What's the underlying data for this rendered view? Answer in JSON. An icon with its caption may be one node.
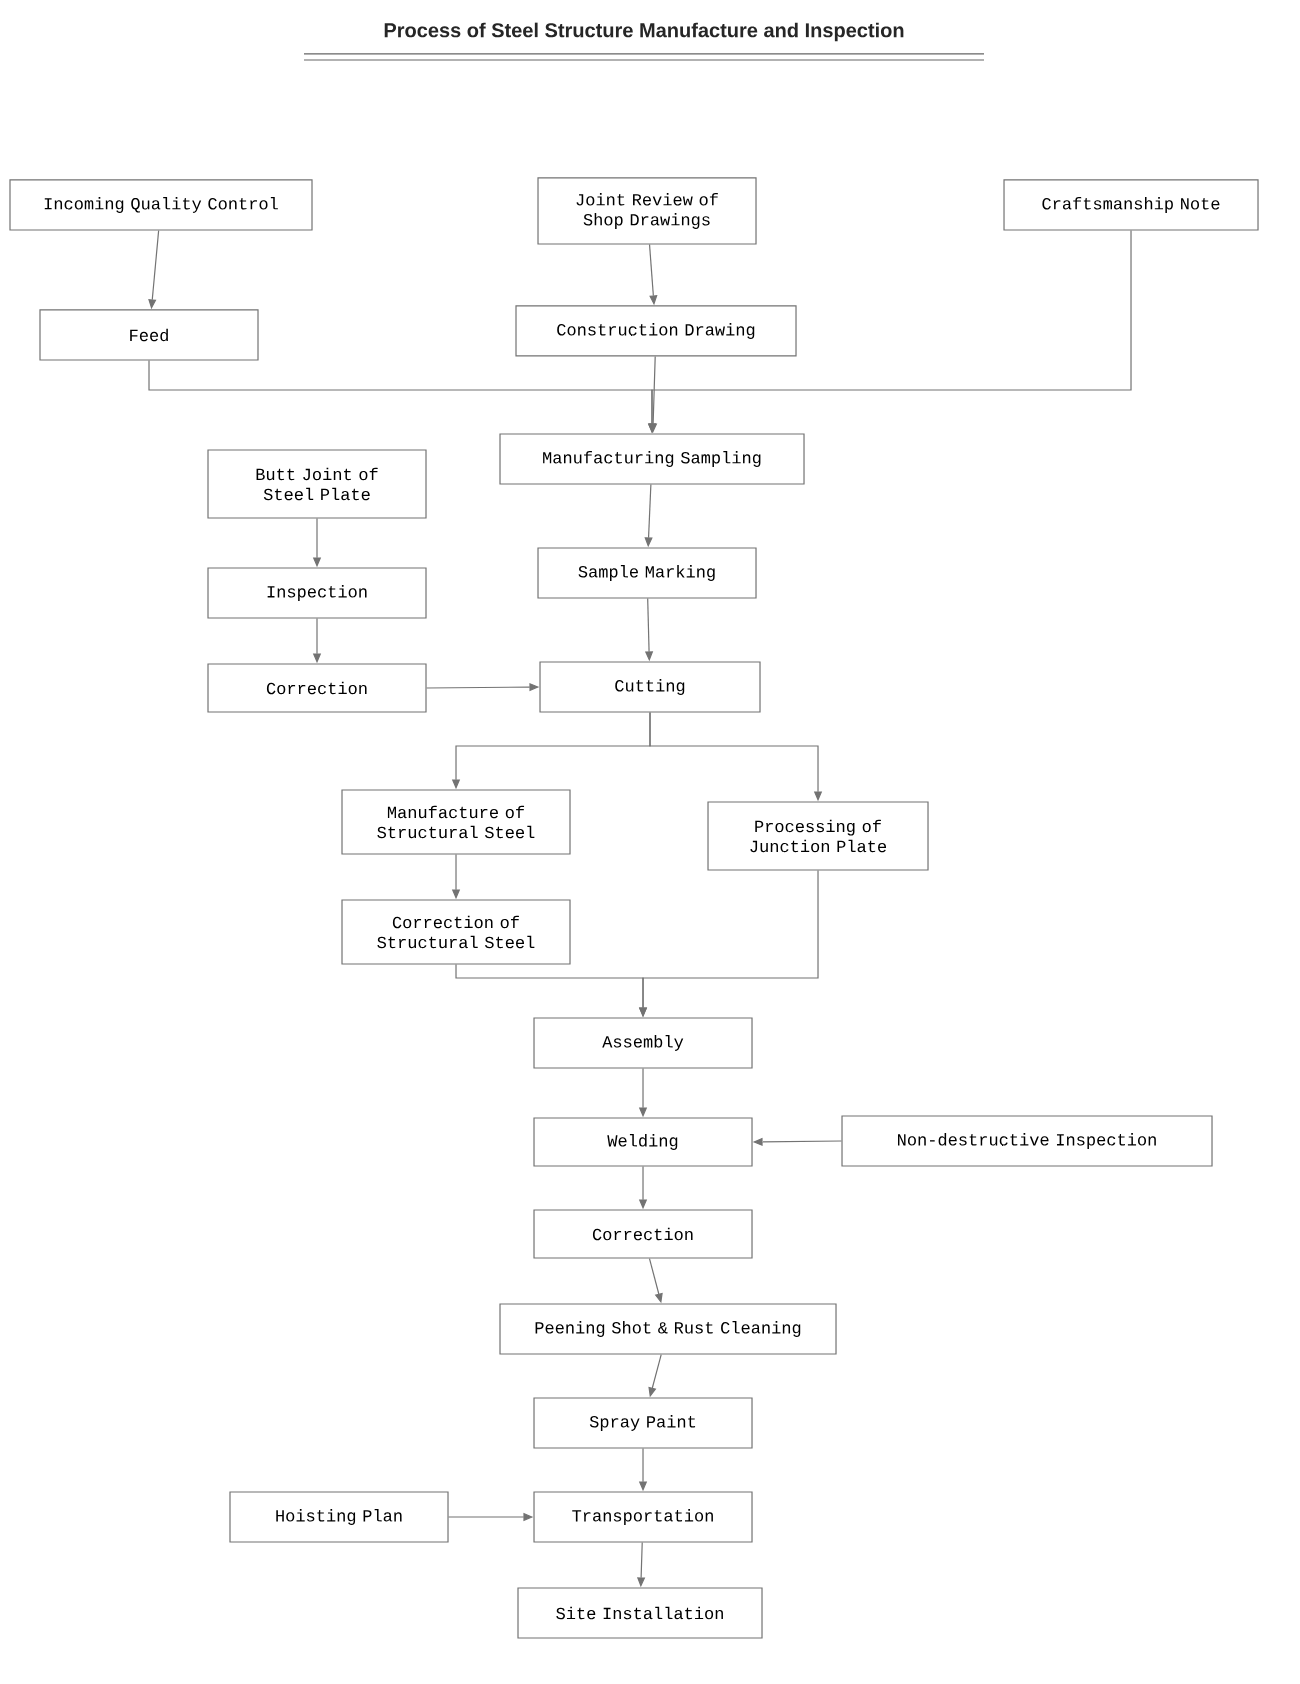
{
  "diagram": {
    "title": "Process of Steel Structure Manufacture and Inspection",
    "nodes": [
      {
        "text": [
          "Incoming Quality Control"
        ]
      },
      {
        "text": [
          "Joint Review of Shop Drawings"
        ]
      },
      {
        "text": [
          "Craftsmanship Note"
        ]
      },
      {
        "text": [
          "Feed"
        ]
      },
      {
        "text": [
          "Construction Drawing"
        ]
      },
      {
        "text": [
          "Manufacturing Sampling"
        ]
      },
      {
        "text": [
          "Butt Joint of Steel Plate"
        ]
      },
      {
        "text": [
          "Inspection"
        ]
      },
      {
        "text": [
          "Sample Marking"
        ]
      },
      {
        "text": [
          "Correction"
        ]
      },
      {
        "text": [
          "Cutting"
        ]
      },
      {
        "text": [
          "Manufacture of Structural Steel"
        ]
      },
      {
        "text": [
          "Processing of Junction Plate"
        ]
      },
      {
        "text": [
          "Correction of Structural Steel"
        ]
      },
      {
        "text": [
          "Assembly"
        ]
      },
      {
        "text": [
          "Welding"
        ]
      },
      {
        "text": [
          "Non-destructive Inspection"
        ]
      },
      {
        "text": [
          "Correction"
        ]
      },
      {
        "text": [
          "Peening Shot & Rust Cleaning"
        ]
      },
      {
        "text": [
          "Spray Paint"
        ]
      },
      {
        "text": [
          "Hoisting Plan"
        ]
      },
      {
        "text": [
          "Transportation"
        ]
      },
      {
        "text": [
          "Site Installation"
        ]
      }
    ],
    "edges": [
      {
        "from": 0,
        "to": 3,
        "arrow": "to"
      },
      {
        "from": 1,
        "to": 4,
        "arrow": "to"
      },
      {
        "from": 3,
        "to": 5,
        "arrow": "to"
      },
      {
        "from": 2,
        "to": 5,
        "arrow": "to"
      },
      {
        "from": 4,
        "to": 5,
        "arrow": "to"
      },
      {
        "from": 6,
        "to": 7,
        "arrow": "to"
      },
      {
        "from": 7,
        "to": 9,
        "arrow": "to"
      },
      {
        "from": 5,
        "to": 8,
        "arrow": "to"
      },
      {
        "from": 9,
        "to": 10,
        "arrow": "to"
      },
      {
        "from": 8,
        "to": 10,
        "arrow": "to"
      },
      {
        "from": 10,
        "to": 11,
        "arrow": "to"
      },
      {
        "from": 10,
        "to": 12,
        "arrow": "to"
      },
      {
        "from": 11,
        "to": 13,
        "arrow": "to"
      },
      {
        "from": 13,
        "to": 14,
        "arrow": "to"
      },
      {
        "from": 12,
        "to": 14,
        "arrow": "to"
      },
      {
        "from": 14,
        "to": 15,
        "arrow": "to"
      },
      {
        "from": 16,
        "to": 15,
        "arrow": "to"
      },
      {
        "from": 15,
        "to": 17,
        "arrow": "to"
      },
      {
        "from": 17,
        "to": 18,
        "arrow": "to"
      },
      {
        "from": 18,
        "to": 19,
        "arrow": "to"
      },
      {
        "from": 19,
        "to": 21,
        "arrow": "to"
      },
      {
        "from": 20,
        "to": 21,
        "arrow": "to"
      },
      {
        "from": 21,
        "to": 22,
        "arrow": "to"
      }
    ]
  }
}
